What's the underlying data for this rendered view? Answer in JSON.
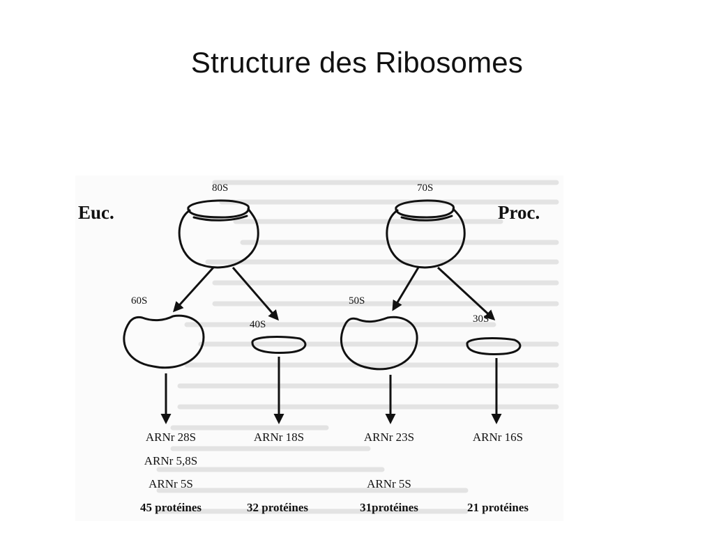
{
  "slide": {
    "title": "Structure des Ribosomes"
  },
  "diagram": {
    "left_label": "Euc.",
    "right_label": "Proc.",
    "euk": {
      "whole": "80S",
      "large": "60S",
      "small": "40S",
      "large_rna": [
        "ARNr 28S",
        "ARNr 5,8S",
        "ARNr 5S"
      ],
      "large_proteins": "45 protéines",
      "small_rna": [
        "ARNr 18S"
      ],
      "small_proteins": "32 protéines"
    },
    "prok": {
      "whole": "70S",
      "large": "50S",
      "small": "30S",
      "large_rna": [
        "ARNr 23S",
        "ARNr 5S"
      ],
      "large_proteins": "31protéines",
      "small_rna": [
        "ARNr 16S"
      ],
      "small_proteins": "21 protéines"
    }
  }
}
